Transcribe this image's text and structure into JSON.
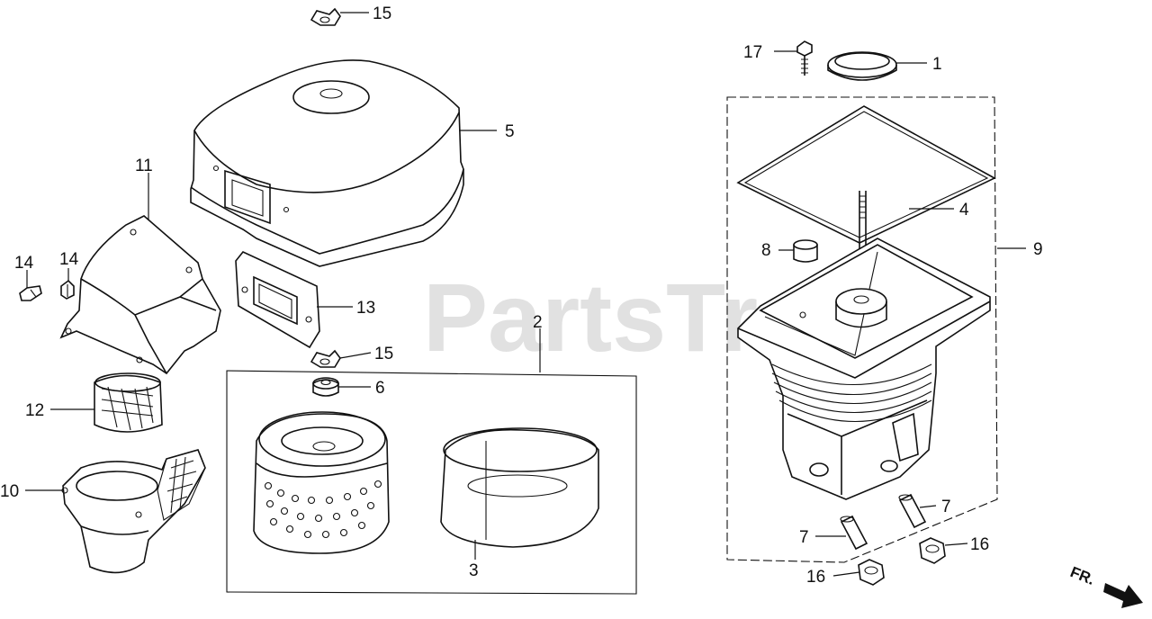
{
  "watermark": "PartsTree",
  "direction_label": "FR.",
  "callouts": [
    "1",
    "2",
    "3",
    "4",
    "5",
    "6",
    "7",
    "7",
    "8",
    "9",
    "10",
    "11",
    "12",
    "13",
    "14",
    "14",
    "15",
    "15",
    "16",
    "16",
    "17"
  ]
}
